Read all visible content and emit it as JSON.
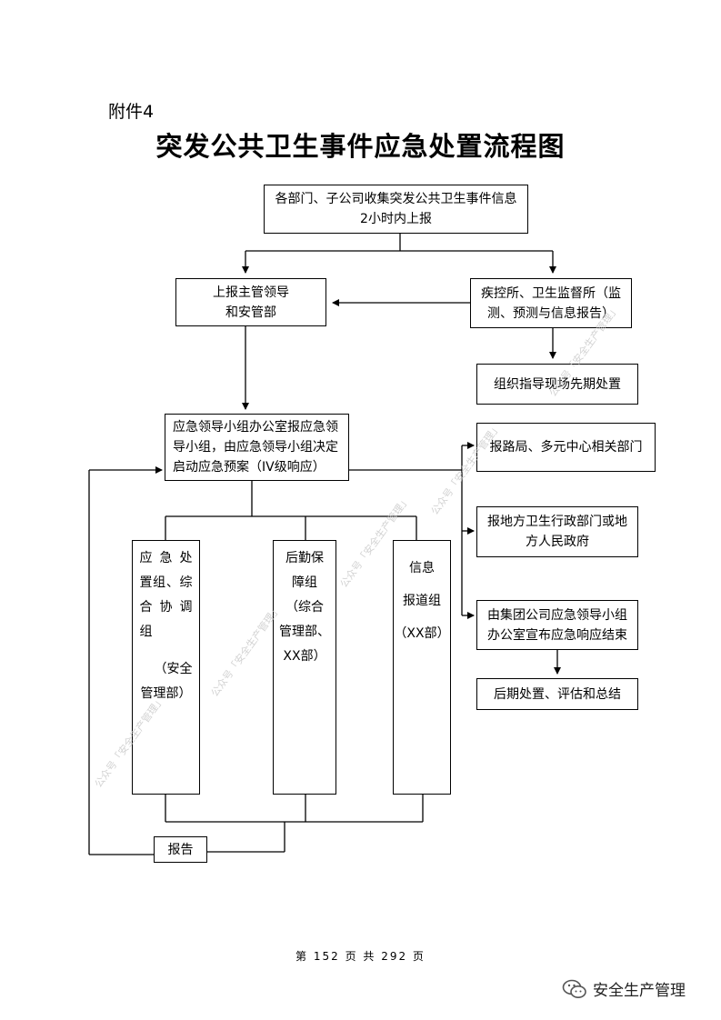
{
  "annex": "附件4",
  "title": "突发公共卫生事件应急处置流程图",
  "nodes": {
    "collect": [
      "各部门、子公司收集突发公共卫生事件信息",
      "2小时内上报"
    ],
    "report_leader": [
      "上报主管领导",
      "和安管部"
    ],
    "cdc": [
      "疾控所、卫生监督所（监",
      "测、预测与信息报告）"
    ],
    "organize": "组织指导现场先期处置",
    "office": [
      "应急领导小组办公室报应急领",
      "导小组，由应急领导小组决定",
      "启动应急预案（IV级响应）"
    ],
    "road_bureau": "报路局、多元中心相关部门",
    "local_gov": [
      "报地方卫生行政部门或地",
      "方人民政府"
    ],
    "group_end": [
      "由集团公司应急领导小组",
      "办公室宣布应急响应结束"
    ],
    "aftermath": "后期处置、评估和总结",
    "group1": [
      "应急处",
      "置组、综",
      "合协调",
      "组",
      "（安全",
      "管理部）"
    ],
    "group2": [
      "后勤保",
      "障组",
      "（综合",
      "管理部、",
      "XX部）"
    ],
    "group3": [
      "信息",
      "报道组",
      "（XX部）"
    ],
    "report": "报告"
  },
  "footer": "第 152 页 共 292 页",
  "brand": "安全生产管理",
  "brand_icon": "wechat-icon",
  "watermark_text": "公众号「安全生产管理」"
}
